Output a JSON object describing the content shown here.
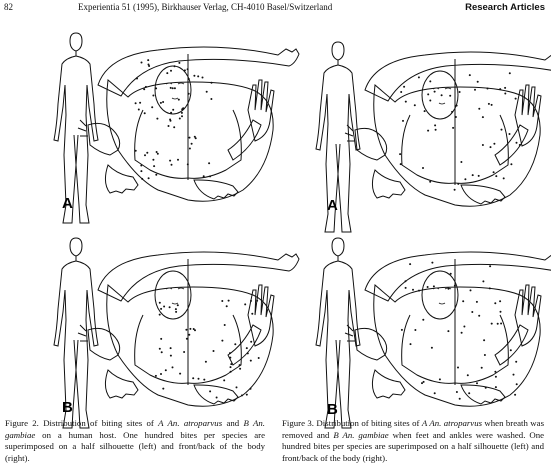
{
  "header": {
    "page_number": "82",
    "journal_line": "Experientia 51 (1995), Birkhauser Verlag, CH-4010 Basel/Switzerland",
    "section": "Research Articles"
  },
  "panels": {
    "fig2_top_label": "A",
    "fig2_bottom_label": "B",
    "fig3_top_label": "A",
    "fig3_bottom_label": "B"
  },
  "caption_fig2": {
    "prefix": "Figure 2. Distribution of biting sites of ",
    "species_a": "A An. atroparvus",
    "middle": " and ",
    "species_b": "B An. gambiae",
    "suffix": " on a human host. One hundred bites per species are superimposed on a half silhouette (left) and front/back of the body (right)."
  },
  "caption_fig3": {
    "prefix": "Figure 3. Distribution of biting sites of ",
    "species_a": "A An. atroparvus",
    "middle": " when breath was removed and ",
    "species_b": "B An. gambiae",
    "suffix": " when feet and ankles were washed. One hundred bites per species are superimposed on a half silhouette (left) and front/back of the body (right)."
  }
}
